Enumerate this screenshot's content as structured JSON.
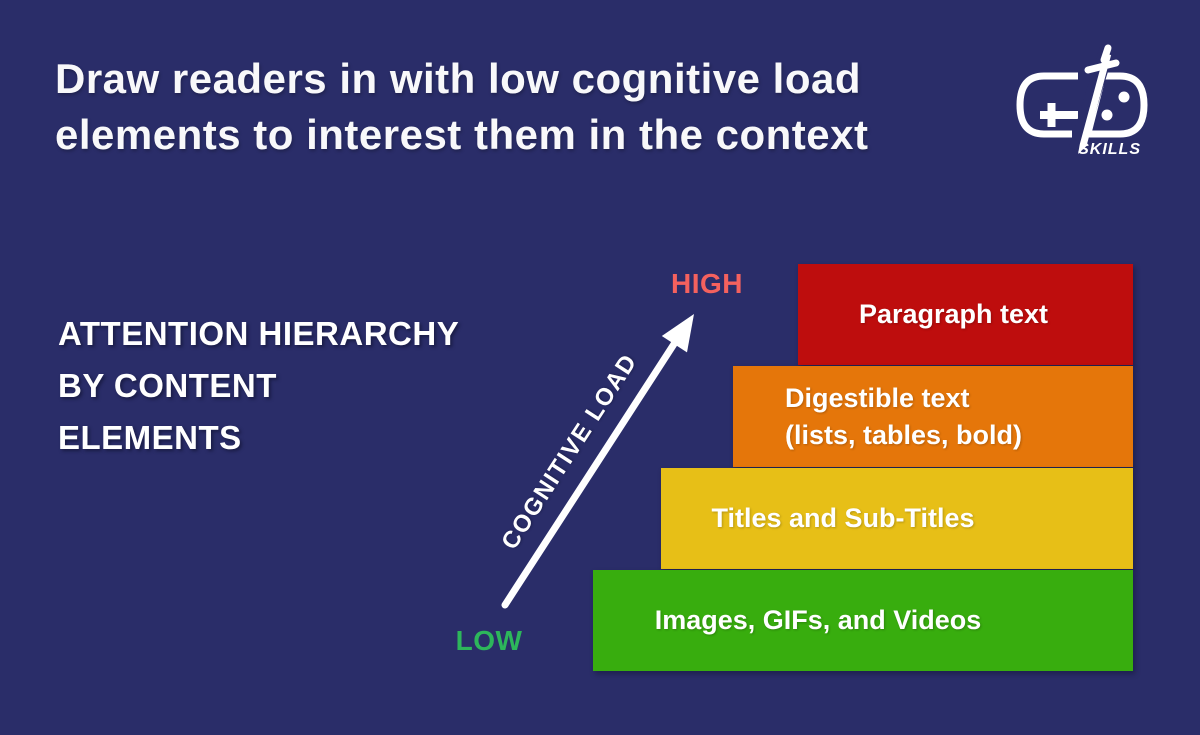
{
  "background_color": "#2A2D69",
  "header": {
    "title_line1": "Draw readers in with low cognitive load",
    "title_line2": "elements to interest them in the context"
  },
  "logo": {
    "name": "GD Skills",
    "brand_text": "SKILLS",
    "color": "#FFFFFF"
  },
  "heading": {
    "lines": [
      "ATTENTION HIERARCHY",
      "BY CONTENT",
      "ELEMENTS"
    ]
  },
  "axis": {
    "label": "COGNITIVE LOAD",
    "high": {
      "text": "HIGH",
      "color": "#F4615E"
    },
    "low": {
      "text": "LOW",
      "color": "#2DB65B"
    },
    "arrow_color": "#FFFFFF"
  },
  "chart_data": {
    "type": "bar",
    "title": "Attention hierarchy by content elements",
    "axis_label": "Cognitive load (low to high)",
    "legend_position": "none",
    "bars": [
      {
        "label": "Paragraph text",
        "lines": [
          "Paragraph text"
        ],
        "cognitive_load_rank": 4,
        "color": "#BE0D0D"
      },
      {
        "label": "Digestible text (lists, tables, bold)",
        "lines": [
          "Digestible text",
          "(lists, tables, bold)"
        ],
        "cognitive_load_rank": 3,
        "color": "#E5760A"
      },
      {
        "label": "Titles and Sub-Titles",
        "lines": [
          "Titles and Sub-Titles"
        ],
        "cognitive_load_rank": 2,
        "color": "#E7BF17"
      },
      {
        "label": "Images, GIFs, and Videos",
        "lines": [
          "Images, GIFs, and Videos"
        ],
        "cognitive_load_rank": 1,
        "color": "#38AD0E"
      }
    ]
  }
}
